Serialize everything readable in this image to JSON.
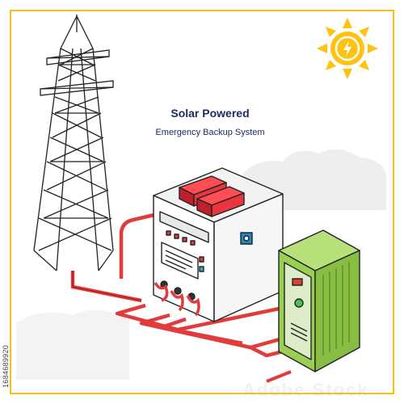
{
  "title": "Solar Powered",
  "subtitle": "Emergency Backup System",
  "stock_id": "1684689920",
  "watermark": "Adobe Stock",
  "colors": {
    "frame": "#f2c21b",
    "sun": "#ffc20e",
    "cable": "#e23b3b",
    "battery": "#e8363f",
    "cabinet": "#9bcf53",
    "navy": "#1f2a66"
  },
  "icons": [
    "sun-lightning-icon",
    "transmission-tower-icon",
    "control-panel-icon",
    "battery-icon",
    "inverter-cabinet-icon"
  ]
}
